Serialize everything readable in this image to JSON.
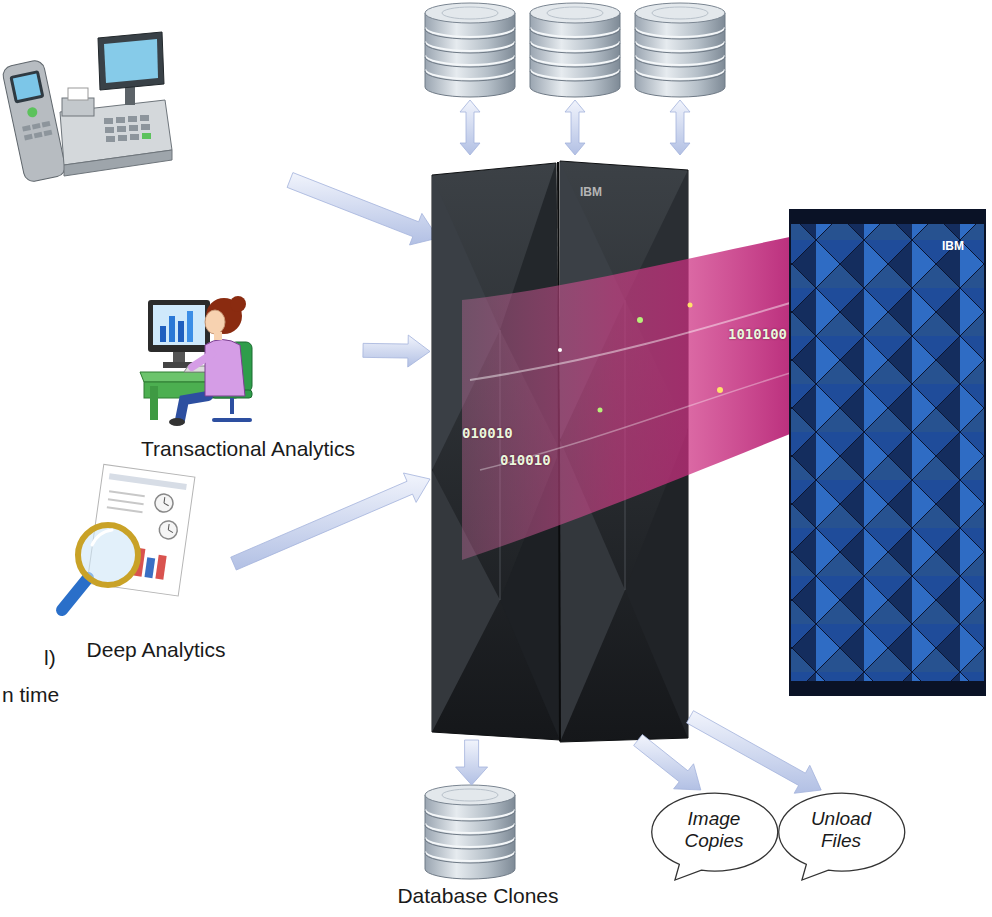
{
  "diagram": {
    "nodes": [
      {
        "text": [
          "IBM"
        ]
      },
      {
        "text": [
          "IBM"
        ]
      },
      {
        "text": [
          "Transactional Analytics"
        ]
      },
      {
        "text": [
          "Deep Analytics"
        ]
      },
      {
        "text": [
          "Image Copies"
        ]
      },
      {
        "text": [
          "Unload Files"
        ]
      },
      {
        "text": [
          "Database Clones"
        ]
      }
    ],
    "edges": [
      {
        "from": 2,
        "to": 0,
        "arrow": "to"
      },
      {
        "from": 3,
        "to": 0,
        "arrow": "to"
      },
      {
        "from": 0,
        "to": 6,
        "arrow": "to"
      },
      {
        "from": 0,
        "to": 4,
        "arrow": "to"
      },
      {
        "from": 0,
        "to": 5,
        "arrow": "to"
      }
    ],
    "labels": [
      "1010100",
      "010010",
      "010010",
      "l)",
      "n time"
    ]
  }
}
